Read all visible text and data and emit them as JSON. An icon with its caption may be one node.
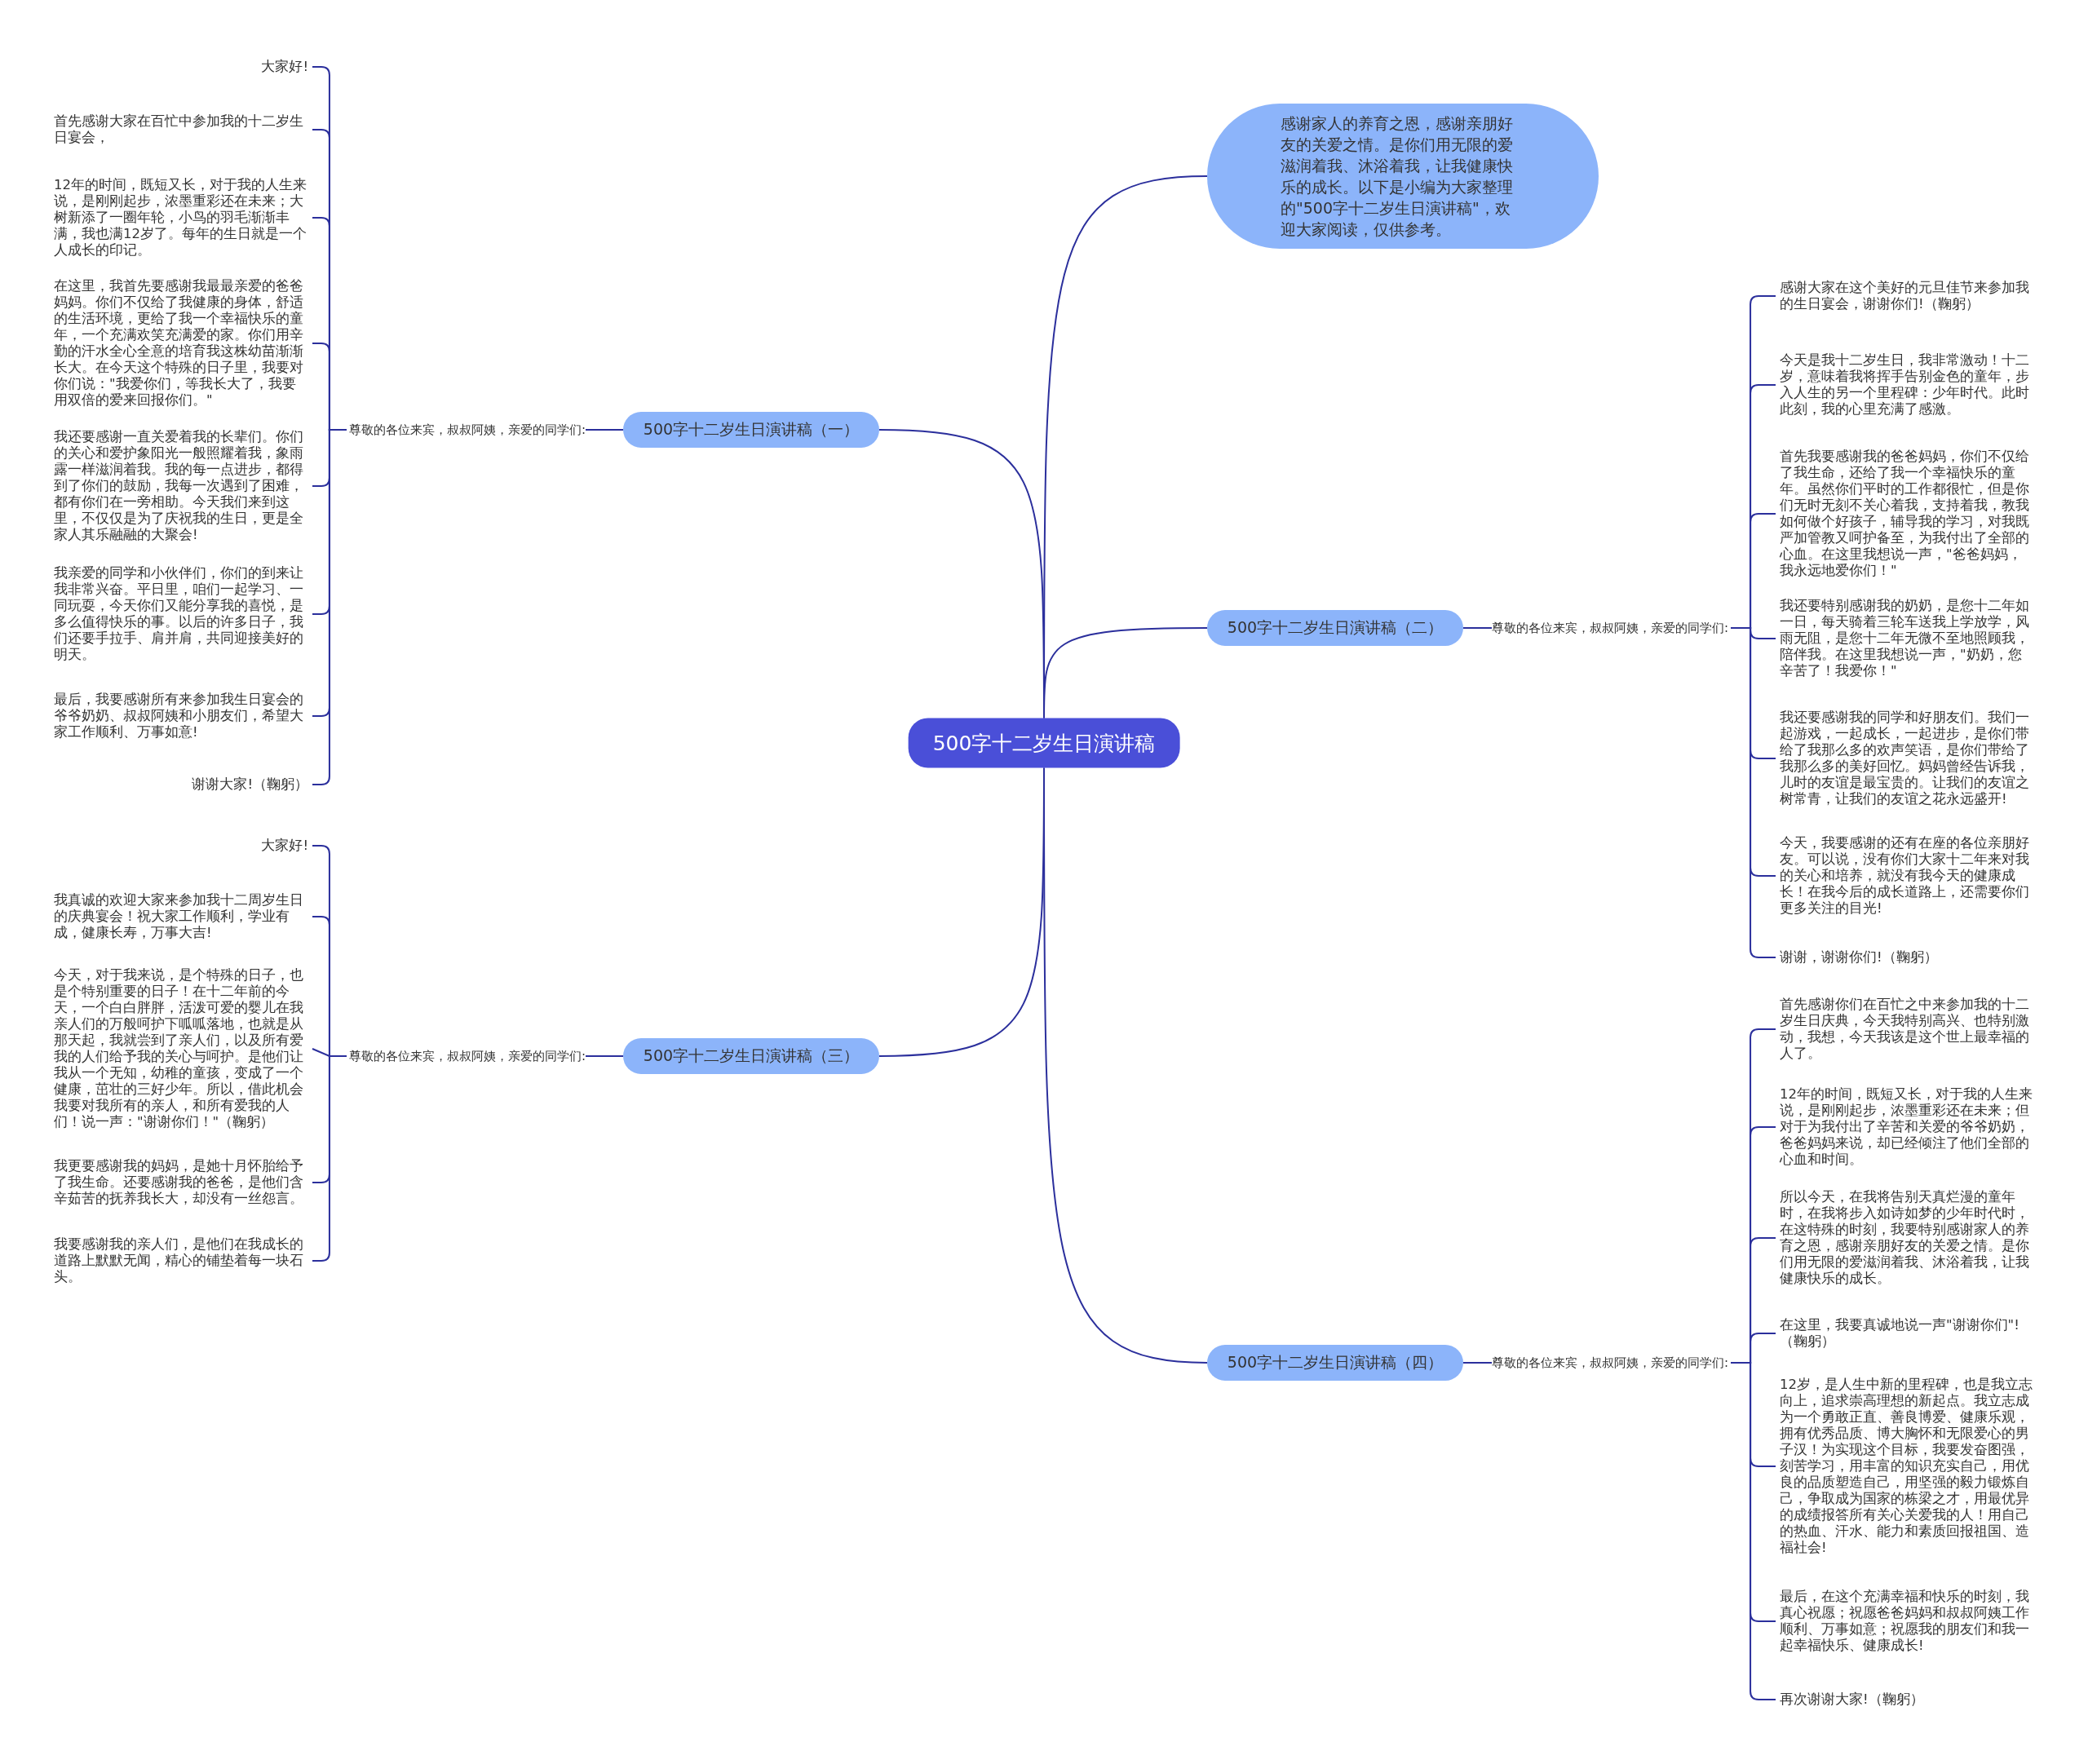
{
  "diagram": {
    "nodes": [
      {
        "text": [
          "500字十二岁生日演讲稿"
        ]
      },
      {
        "text": [
          "感谢家人的养育之恩，感谢亲朋好友的关爱之情。是你们用无限的爱滋润着我、沐浴着我，让我健康快乐的成长。以下是小编为大家整理的\"500字十二岁生日演讲稿\"，欢迎大家阅读，仅供参考。"
        ]
      },
      {
        "text": [
          "500字十二岁生日演讲稿（一）"
        ]
      },
      {
        "text": [
          "尊敬的各位来宾，叔叔阿姨，亲爱的同学们:"
        ]
      },
      {
        "text": [
          "大家好!"
        ]
      },
      {
        "text": [
          "首先感谢大家在百忙中参加我的十二岁生日宴会，"
        ]
      },
      {
        "text": [
          "12年的时间，既短又长，对于我的人生来说，是刚刚起步，浓墨重彩还在未来；大树新添了一圈年轮，小鸟的羽毛渐渐丰满，我也满12岁了。每年的生日就是一个人成长的印记。"
        ]
      },
      {
        "text": [
          "在这里，我首先要感谢我最最亲爱的爸爸妈妈。你们不仅给了我健康的身体，舒适的生活环境，更给了我一个幸福快乐的童年，一个充满欢笑充满爱的家。你们用辛勤的汗水全心全意的培育我这株幼苗渐渐长大。在今天这个特殊的日子里，我要对你们说：\"我爱你们，等我长大了，我要用双倍的爱来回报你们。\""
        ]
      },
      {
        "text": [
          "我还要感谢一直关爱着我的长辈们。你们的关心和爱护象阳光一般照耀着我，象雨露一样滋润着我。我的每一点进步，都得到了你们的鼓励，我每一次遇到了困难，都有你们在一旁相助。今天我们来到这里，不仅仅是为了庆祝我的生日，更是全家人其乐融融的大聚会!"
        ]
      },
      {
        "text": [
          "我亲爱的同学和小伙伴们，你们的到来让我非常兴奋。平日里，咱们一起学习、一同玩耍，今天你们又能分享我的喜悦，是多么值得快乐的事。以后的许多日子，我们还要手拉手、肩并肩，共同迎接美好的明天。"
        ]
      },
      {
        "text": [
          "最后，我要感谢所有来参加我生日宴会的爷爷奶奶、叔叔阿姨和小朋友们，希望大家工作顺利、万事如意!"
        ]
      },
      {
        "text": [
          "谢谢大家!（鞠躬）"
        ]
      },
      {
        "text": [
          "500字十二岁生日演讲稿（二）"
        ]
      },
      {
        "text": [
          "尊敬的各位来宾，叔叔阿姨，亲爱的同学们:"
        ]
      },
      {
        "text": [
          "感谢大家在这个美好的元旦佳节来参加我的生日宴会，谢谢你们!（鞠躬）"
        ]
      },
      {
        "text": [
          "今天是我十二岁生日，我非常激动！十二岁，意味着我将挥手告别金色的童年，步入人生的另一个里程碑：少年时代。此时此刻，我的心里充满了感激。"
        ]
      },
      {
        "text": [
          "首先我要感谢我的爸爸妈妈，你们不仅给了我生命，还给了我一个幸福快乐的童年。虽然你们平时的工作都很忙，但是你们无时无刻不关心着我，支持着我，教我如何做个好孩子，辅导我的学习，对我既严加管教又呵护备至，为我付出了全部的心血。在这里我想说一声，\"爸爸妈妈，我永远地爱你们！\""
        ]
      },
      {
        "text": [
          "我还要特别感谢我的奶奶，是您十二年如一日，每天骑着三轮车送我上学放学，风雨无阻，是您十二年无微不至地照顾我，陪伴我。在这里我想说一声，\"奶奶，您辛苦了！我爱你！\""
        ]
      },
      {
        "text": [
          "我还要感谢我的同学和好朋友们。我们一起游戏，一起成长，一起进步，是你们带给了我那么多的欢声笑语，是你们带给了我那么多的美好回忆。妈妈曾经告诉我，儿时的友谊是最宝贵的。让我们的友谊之树常青，让我们的友谊之花永远盛开!"
        ]
      },
      {
        "text": [
          "今天，我要感谢的还有在座的各位亲朋好友。可以说，没有你们大家十二年来对我的关心和培养，就没有我今天的健康成长！在我今后的成长道路上，还需要你们更多关注的目光!"
        ]
      },
      {
        "text": [
          "谢谢，谢谢你们!（鞠躬）"
        ]
      },
      {
        "text": [
          "500字十二岁生日演讲稿（三）"
        ]
      },
      {
        "text": [
          "尊敬的各位来宾，叔叔阿姨，亲爱的同学们:"
        ]
      },
      {
        "text": [
          "大家好!"
        ]
      },
      {
        "text": [
          "我真诚的欢迎大家来参加我十二周岁生日的庆典宴会！祝大家工作顺利，学业有成，健康长寿，万事大吉!"
        ]
      },
      {
        "text": [
          "今天，对于我来说，是个特殊的日子，也是个特别重要的日子！在十二年前的今天，一个白白胖胖，活泼可爱的婴儿在我亲人们的万般呵护下呱呱落地，也就是从那天起，我就尝到了亲人们，以及所有爱我的人们给予我的关心与呵护。是他们让我从一个无知，幼稚的童孩，变成了一个健康，茁壮的三好少年。所以，借此机会我要对我所有的亲人，和所有爱我的人们！说一声：\"谢谢你们！\"（鞠躬）"
        ]
      },
      {
        "text": [
          "我更要感谢我的妈妈，是她十月怀胎给予了我生命。还要感谢我的爸爸，是他们含辛茹苦的抚养我长大，却没有一丝怨言。"
        ]
      },
      {
        "text": [
          "我要感谢我的亲人们，是他们在我成长的道路上默默无闻，精心的铺垫着每一块石头。"
        ]
      },
      {
        "text": [
          "500字十二岁生日演讲稿（四）"
        ]
      },
      {
        "text": [
          "尊敬的各位来宾，叔叔阿姨，亲爱的同学们:"
        ]
      },
      {
        "text": [
          "首先感谢你们在百忙之中来参加我的十二岁生日庆典，今天我特别高兴、也特别激动，我想，今天我该是这个世上最幸福的人了。"
        ]
      },
      {
        "text": [
          "12年的时间，既短又长，对于我的人生来说，是刚刚起步，浓墨重彩还在未来；但对于为我付出了辛苦和关爱的爷爷奶奶，爸爸妈妈来说，却已经倾注了他们全部的心血和时间。"
        ]
      },
      {
        "text": [
          "所以今天，在我将告别天真烂漫的童年时，在我将步入如诗如梦的少年时代时，在这特殊的时刻，我要特别感谢家人的养育之恩，感谢亲朋好友的关爱之情。是你们用无限的爱滋润着我、沐浴着我，让我健康快乐的成长。"
        ]
      },
      {
        "text": [
          "在这里，我要真诚地说一声\"谢谢你们\"!（鞠躬）"
        ]
      },
      {
        "text": [
          "12岁，是人生中新的里程碑，也是我立志向上，追求崇高理想的新起点。我立志成为一个勇敢正直、善良博爱、健康乐观，拥有优秀品质、博大胸怀和无限爱心的男子汉！为实现这个目标，我要发奋图强，刻苦学习，用丰富的知识充实自己，用优良的品质塑造自己，用坚强的毅力锻炼自己，争取成为国家的栋梁之才，用最优异的成绩报答所有关心关爱我的人！用自己的热血、汗水、能力和素质回报祖国、造福社会!"
        ]
      },
      {
        "text": [
          "最后，在这个充满幸福和快乐的时刻，我真心祝愿；祝愿爸爸妈妈和叔叔阿姨工作顺利、万事如意；祝愿我的朋友们和我一起幸福快乐、健康成长!"
        ]
      },
      {
        "text": [
          "再次谢谢大家!（鞠躬）"
        ]
      }
    ],
    "edges": [
      {
        "from": 0,
        "to": 1,
        "arrow": "none"
      },
      {
        "from": 0,
        "to": 2,
        "arrow": "none"
      },
      {
        "from": 2,
        "to": 3,
        "arrow": "none"
      },
      {
        "from": 3,
        "to": 4,
        "arrow": "none"
      },
      {
        "from": 3,
        "to": 5,
        "arrow": "none"
      },
      {
        "from": 3,
        "to": 6,
        "arrow": "none"
      },
      {
        "from": 3,
        "to": 7,
        "arrow": "none"
      },
      {
        "from": 3,
        "to": 8,
        "arrow": "none"
      },
      {
        "from": 3,
        "to": 9,
        "arrow": "none"
      },
      {
        "from": 3,
        "to": 10,
        "arrow": "none"
      },
      {
        "from": 3,
        "to": 11,
        "arrow": "none"
      },
      {
        "from": 0,
        "to": 12,
        "arrow": "none"
      },
      {
        "from": 12,
        "to": 13,
        "arrow": "none"
      },
      {
        "from": 13,
        "to": 14,
        "arrow": "none"
      },
      {
        "from": 13,
        "to": 15,
        "arrow": "none"
      },
      {
        "from": 13,
        "to": 16,
        "arrow": "none"
      },
      {
        "from": 13,
        "to": 17,
        "arrow": "none"
      },
      {
        "from": 13,
        "to": 18,
        "arrow": "none"
      },
      {
        "from": 13,
        "to": 19,
        "arrow": "none"
      },
      {
        "from": 13,
        "to": 20,
        "arrow": "none"
      },
      {
        "from": 0,
        "to": 21,
        "arrow": "none"
      },
      {
        "from": 21,
        "to": 22,
        "arrow": "none"
      },
      {
        "from": 22,
        "to": 23,
        "arrow": "none"
      },
      {
        "from": 22,
        "to": 24,
        "arrow": "none"
      },
      {
        "from": 22,
        "to": 25,
        "arrow": "none"
      },
      {
        "from": 22,
        "to": 26,
        "arrow": "none"
      },
      {
        "from": 22,
        "to": 27,
        "arrow": "none"
      },
      {
        "from": 0,
        "to": 28,
        "arrow": "none"
      },
      {
        "from": 28,
        "to": 29,
        "arrow": "none"
      },
      {
        "from": 29,
        "to": 30,
        "arrow": "none"
      },
      {
        "from": 29,
        "to": 31,
        "arrow": "none"
      },
      {
        "from": 29,
        "to": 32,
        "arrow": "none"
      },
      {
        "from": 29,
        "to": 33,
        "arrow": "none"
      },
      {
        "from": 29,
        "to": 34,
        "arrow": "none"
      },
      {
        "from": 29,
        "to": 35,
        "arrow": "none"
      },
      {
        "from": 29,
        "to": 36,
        "arrow": "none"
      }
    ]
  }
}
